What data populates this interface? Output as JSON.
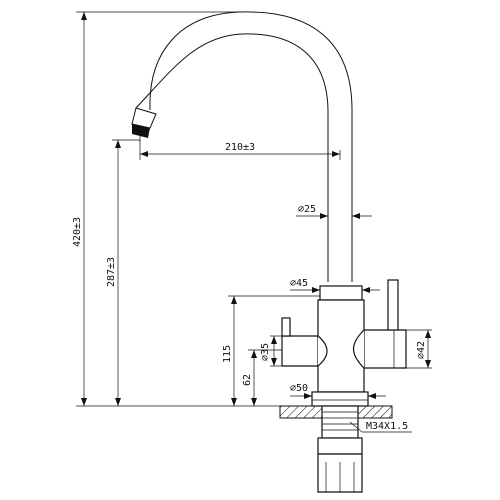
{
  "dimensions": {
    "total_height": "420±3",
    "spout_height": "287±3",
    "spout_reach": "210±3",
    "tube_diameter": "⌀25",
    "body_diameter": "⌀45",
    "body_height": "115",
    "handle_height": "62",
    "left_handle_diameter": "⌀35",
    "right_handle_diameter": "⌀42",
    "base_diameter": "⌀50",
    "thread": "M34X1.5"
  }
}
